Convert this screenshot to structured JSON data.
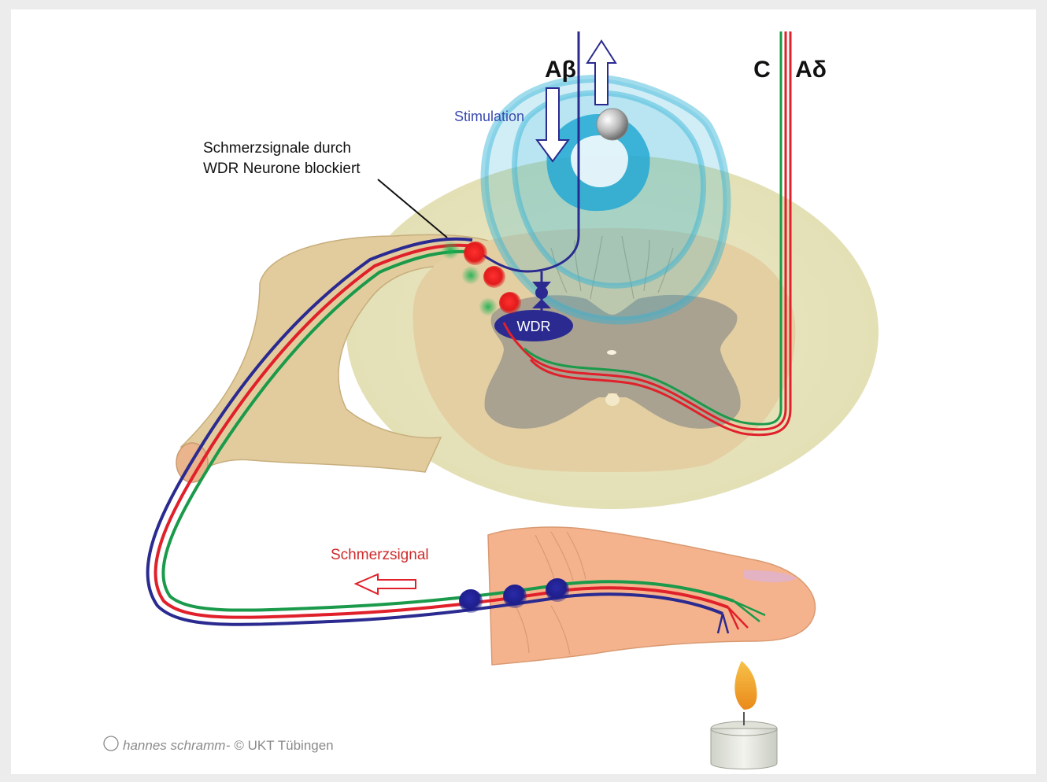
{
  "labels": {
    "abeta": "Aβ",
    "c_fiber": "C",
    "adelta": "Aδ",
    "stimulation": "Stimulation",
    "blocked_line1": "Schmerzsignale durch",
    "blocked_line2": "WDR Neurone blockiert",
    "wdr": "WDR",
    "pain_signal": "Schmerzsignal",
    "credit_signature": "hannes schramm",
    "credit": "- © UKT Tübingen"
  },
  "colors": {
    "abeta_fiber": "#2a2a90",
    "c_fiber": "#e0202a",
    "adelta_fiber": "#1a9a4a",
    "stimulation_text": "#3a4ab0",
    "pain_text": "#d02a2a",
    "wdr_fill": "#2a2a90",
    "field_cyan": "#2fb2d8",
    "white_matter": "#e7e4bc",
    "grey_matter": "#a9a290",
    "root_tan": "#e2cc9e",
    "finger_skin": "#f5b38d",
    "candle_flame": "#f3a632"
  }
}
